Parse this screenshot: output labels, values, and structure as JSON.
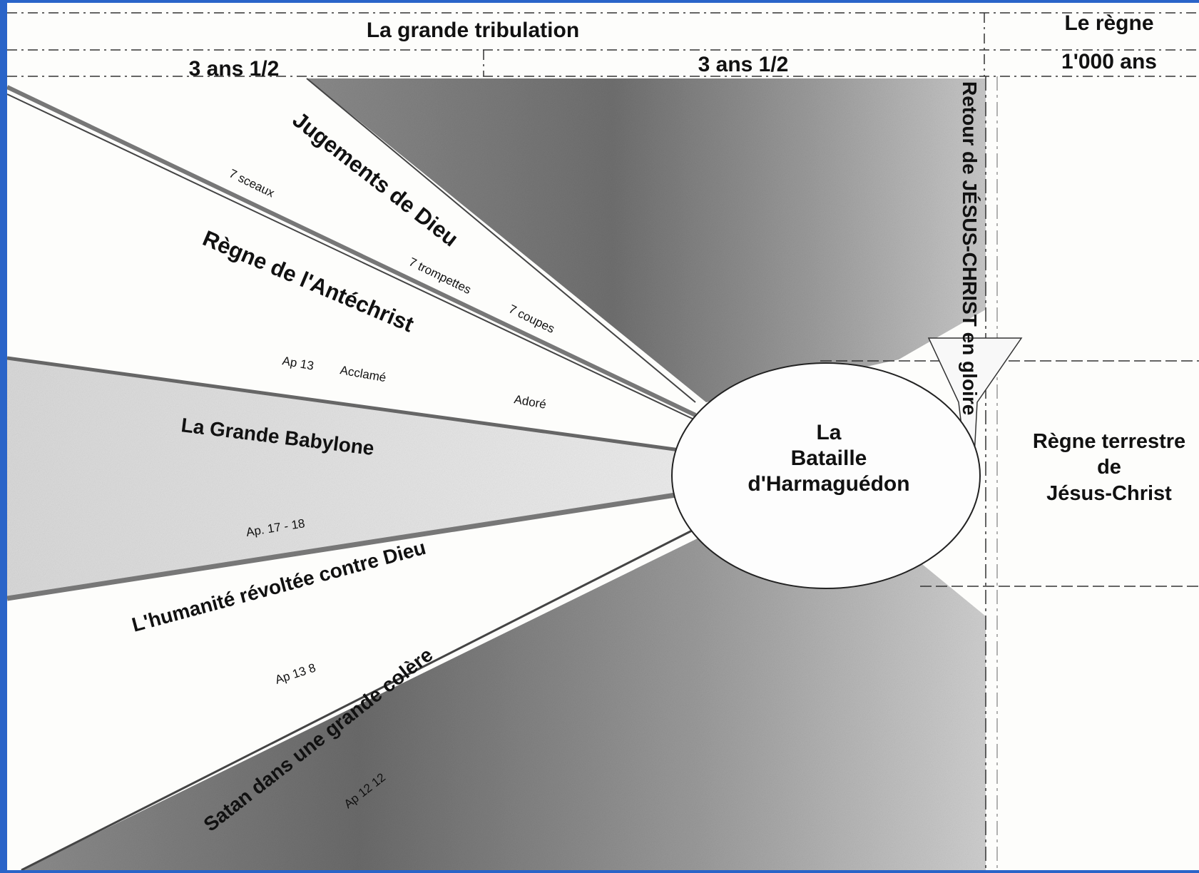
{
  "header": {
    "tribulation": "La grande tribulation",
    "reign": "Le règne",
    "period_first": "3 ans 1/2",
    "period_second": "3 ans 1/2",
    "period_reign": "1'000 ans"
  },
  "rays": {
    "judgments": "Jugements de Dieu",
    "seals": "7 sceaux",
    "trumpets": "7 trompettes",
    "bowls": "7 coupes",
    "antichrist": "Règne de l'Antéchrist",
    "antichrist_ref": "Ap 13",
    "acclaimed": "Acclamé",
    "adored": "Adoré",
    "babylon": "La Grande Babylone",
    "babylon_ref": "Ap. 17 - 18",
    "humanity": "L'humanité révoltée contre Dieu",
    "humanity_ref": "Ap 13 8",
    "satan": "Satan dans une grande colère",
    "satan_ref": "Ap 12 12"
  },
  "center": {
    "line1": "La",
    "line2": "Bataille",
    "line3": "d'Harmaguédon"
  },
  "return": "Retour de JÉSUS-CHRIST en gloire",
  "kingdom": {
    "line1": "Règne terrestre",
    "line2": "de",
    "line3": "Jésus-Christ"
  }
}
